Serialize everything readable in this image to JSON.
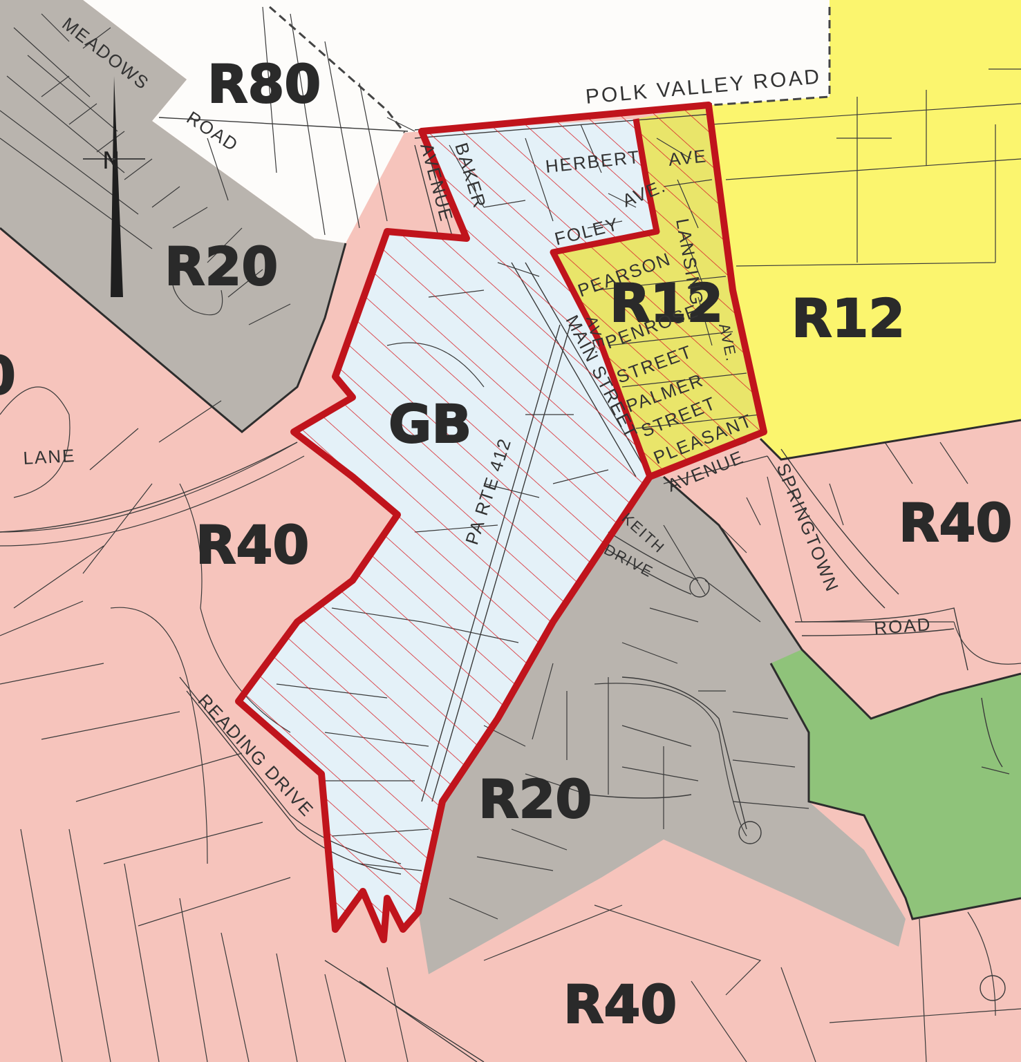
{
  "colors": {
    "R80": "#fdfcfa",
    "R20": "#b9b4ae",
    "R40": "#f6c4bc",
    "R12": "#fbf56e",
    "GB": "#e4f1f8",
    "green": "#8fc37a",
    "overlay_outline": "#c0141c",
    "overlay_hatch": "#d8242a"
  },
  "zones": {
    "r80_north": "R80",
    "r20_northwest": "R20",
    "r12_overlay": "R12",
    "r12_east": "R12",
    "gb": "GB",
    "r40_west": "R40",
    "r40_east": "R40",
    "r20_south": "R20",
    "r40_south": "R40",
    "partial_left": "0"
  },
  "roads": {
    "polk_valley": "POLK VALLEY ROAD",
    "meadows": "MEADOWS",
    "road_nw": "ROAD",
    "herbert": "HERBERT",
    "herbert_ave": "AVE",
    "avenue_west": "AVENUE",
    "baker": "BAKER",
    "foley": "FOLEY",
    "foley_ave": "AVE.",
    "pearson": "PEARSON",
    "lansing": "LANSING",
    "ave_w": "AVE.",
    "ave_e": "AVE.",
    "penrose": "PENROSE",
    "street_1": "STREET",
    "palmer": "PALMER",
    "street_2": "STREET",
    "pleasant": "PLEASANT",
    "main_street": "MAIN STREET",
    "pa_rte": "PA RTE 412",
    "avenue_south": "AVENUE",
    "springtown": "SPRINGTOWN",
    "road_east": "ROAD",
    "keith": "KEITH",
    "drive_keith": "DRIVE",
    "lane": "LANE",
    "reading_drive": "READING DRIVE"
  },
  "icons": {
    "north_arrow": "north-arrow-icon",
    "north_letter": "N"
  }
}
